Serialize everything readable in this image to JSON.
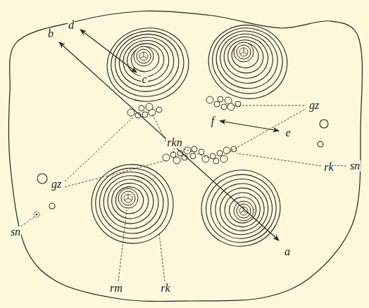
{
  "diagram": {
    "labels": [
      "b",
      "d",
      "c",
      "gz",
      "gz",
      "rkn",
      "f",
      "e",
      "sn",
      "sn",
      "rk",
      "rm",
      "rk",
      "a"
    ]
  }
}
